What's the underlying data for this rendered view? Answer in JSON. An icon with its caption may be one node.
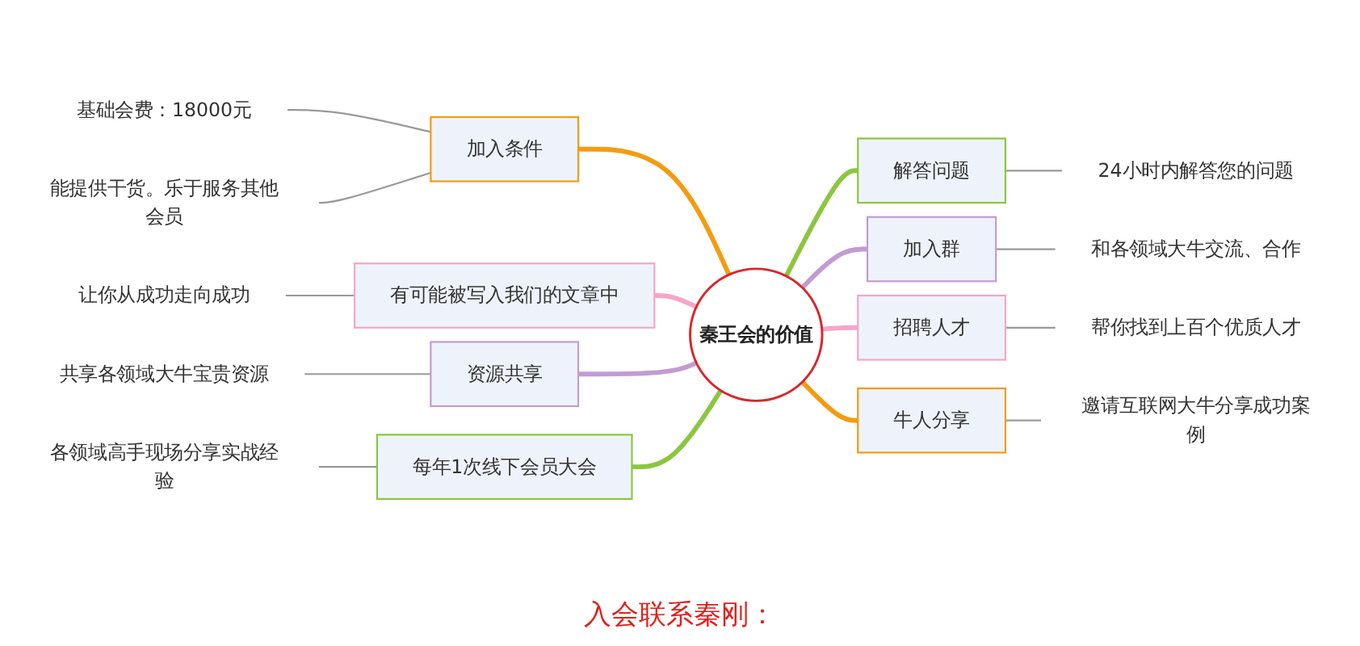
{
  "diagram": {
    "caption": "入会联系秦刚：",
    "nodes": [
      {
        "text": [
          "秦王会的价值"
        ]
      },
      {
        "text": [
          "加入条件"
        ]
      },
      {
        "text": [
          "基础会费：18000元"
        ]
      },
      {
        "text": [
          "能提供干货。乐于服务其他会员"
        ]
      },
      {
        "text": [
          "解答问题"
        ]
      },
      {
        "text": [
          "24小时内解答您的问题"
        ]
      },
      {
        "text": [
          "有可能被写入我们的文章中"
        ]
      },
      {
        "text": [
          "让你从成功走向成功"
        ]
      },
      {
        "text": [
          "加入群"
        ]
      },
      {
        "text": [
          "和各领域大牛交流、合作"
        ]
      },
      {
        "text": [
          "资源共享"
        ]
      },
      {
        "text": [
          "共享各领域大牛宝贵资源"
        ]
      },
      {
        "text": [
          "招聘人才"
        ]
      },
      {
        "text": [
          "帮你找到上百个优质人才"
        ]
      },
      {
        "text": [
          "每年1次线下会员大会"
        ]
      },
      {
        "text": [
          "各领域高手现场分享实战经验"
        ]
      },
      {
        "text": [
          "牛人分享"
        ]
      },
      {
        "text": [
          "邀请互联网大牛分享成功案例"
        ]
      }
    ],
    "edges": [
      {
        "from": 2,
        "to": 1,
        "arrow": "none"
      },
      {
        "from": 3,
        "to": 1,
        "arrow": "none"
      },
      {
        "from": 7,
        "to": 6,
        "arrow": "none"
      },
      {
        "from": 11,
        "to": 10,
        "arrow": "none"
      },
      {
        "from": 15,
        "to": 14,
        "arrow": "none"
      },
      {
        "from": 1,
        "to": 0,
        "arrow": "none",
        "style": "thick",
        "color": "#f39c12"
      },
      {
        "from": 6,
        "to": 0,
        "arrow": "none",
        "style": "thick",
        "color": "#f4a6c8"
      },
      {
        "from": 10,
        "to": 0,
        "arrow": "none",
        "style": "thick",
        "color": "#c39bd3"
      },
      {
        "from": 14,
        "to": 0,
        "arrow": "none",
        "style": "thick",
        "color": "#8cc63f"
      },
      {
        "from": 0,
        "to": 4,
        "arrow": "none",
        "style": "thick",
        "color": "#8cc63f"
      },
      {
        "from": 0,
        "to": 8,
        "arrow": "none",
        "style": "thick",
        "color": "#c39bd3"
      },
      {
        "from": 0,
        "to": 12,
        "arrow": "none",
        "style": "thick",
        "color": "#f4a6c8"
      },
      {
        "from": 0,
        "to": 16,
        "arrow": "none",
        "style": "thick",
        "color": "#f39c12"
      },
      {
        "from": 4,
        "to": 5,
        "arrow": "none"
      },
      {
        "from": 8,
        "to": 9,
        "arrow": "none"
      },
      {
        "from": 12,
        "to": 13,
        "arrow": "none"
      },
      {
        "from": 16,
        "to": 17,
        "arrow": "none"
      }
    ]
  }
}
